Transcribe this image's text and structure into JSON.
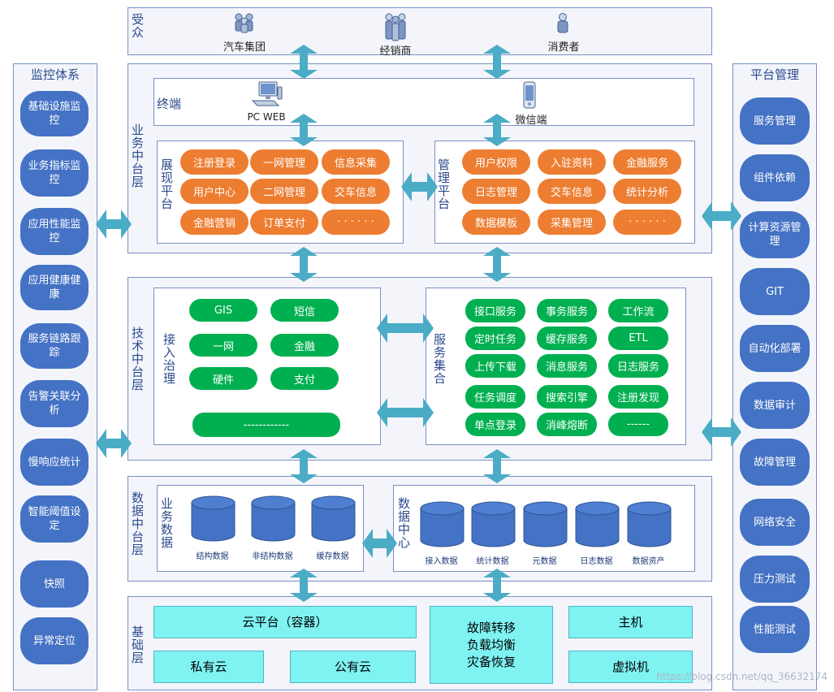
{
  "audience": {
    "title": "受众",
    "items": [
      "汽车集团",
      "经销商",
      "消费者"
    ]
  },
  "monitoring": {
    "title": "监控体系",
    "items": [
      "基础设施监控",
      "业务指标监控",
      "应用性能监控",
      "应用健康健康",
      "服务链路跟踪",
      "告警关联分析",
      "慢响应统计",
      "智能阈值设定",
      "快照",
      "异常定位"
    ]
  },
  "platform_mgmt": {
    "title": "平台管理",
    "items": [
      "服务管理",
      "组件依赖",
      "计算资源管理",
      "GIT",
      "自动化部署",
      "数据审计",
      "故障管理",
      "网络安全",
      "压力测试",
      "性能测试"
    ]
  },
  "business_layer": {
    "title": "业务中台层",
    "terminal": {
      "title": "终端",
      "pc": "PC WEB",
      "wechat": "微信端"
    },
    "display": {
      "title": "展现平台",
      "items": [
        "注册登录",
        "一网管理",
        "信息采集",
        "用户中心",
        "二网管理",
        "交车信息",
        "金融营销",
        "订单支付",
        "· · · · · ·"
      ]
    },
    "manage": {
      "title": "管理平台",
      "items": [
        "用户权限",
        "入驻资料",
        "金融服务",
        "日志管理",
        "交车信息",
        "统计分析",
        "数据模板",
        "采集管理",
        "· · · · · ·"
      ]
    }
  },
  "tech_layer": {
    "title": "技术中台层",
    "access": {
      "title": "接入治理",
      "items": [
        "GIS",
        "短信",
        "一网",
        "金融",
        "硬件",
        "支付",
        "------------"
      ]
    },
    "service": {
      "title": "服务集合",
      "items": [
        "接口服务",
        "事务服务",
        "工作流",
        "定时任务",
        "缓存服务",
        "ETL",
        "上传下载",
        "消息服务",
        "日志服务",
        "任务调度",
        "搜索引擎",
        "注册发现",
        "单点登录",
        "消峰熔断",
        "------"
      ]
    }
  },
  "data_layer": {
    "title": "数据中台层",
    "biz_data": {
      "title": "业务数据",
      "items": [
        "结构数据",
        "非结构数据",
        "缓存数据"
      ]
    },
    "data_center": {
      "title": "数据中心",
      "items": [
        "接入数据",
        "统计数据",
        "元数据",
        "日志数据",
        "数据资产"
      ]
    }
  },
  "base_layer": {
    "title": "基础层",
    "cloud": "云平台（容器）",
    "private": "私有云",
    "public": "公有云",
    "ha": [
      "故障转移",
      "负载均衡",
      "灾备恢复"
    ],
    "host": "主机",
    "vm": "虚拟机"
  },
  "watermark": "https://blog.csdn.net/qq_36632174",
  "colors": {
    "blue": "#4472c4",
    "orange": "#ed7d31",
    "green": "#00b050",
    "cyan": "#7ff2f2",
    "arrow": "#4bacc6",
    "frame": "#7b8fc4"
  }
}
